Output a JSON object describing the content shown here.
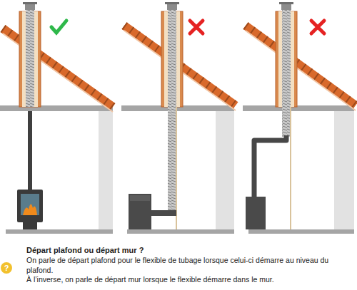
{
  "diagram": {
    "title": "Départ plafond ou départ mur ?",
    "labels": [
      "?",
      "On parle de départ plafond pour le flexible de tubage lorsque celui-ci démarre au niveau du plafond.",
      "À l’inverse, on parle de départ mur lorsque le flexible démarre dans le mur."
    ]
  }
}
